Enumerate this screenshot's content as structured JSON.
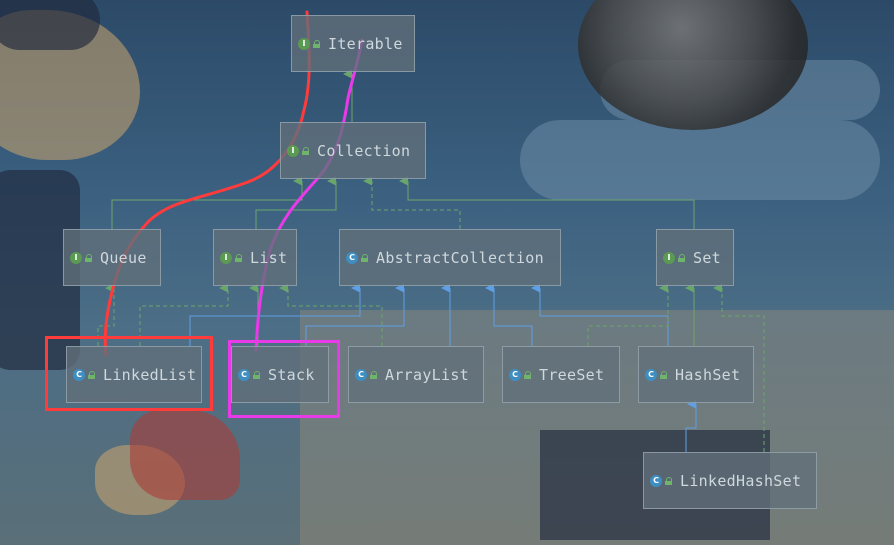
{
  "diagram": {
    "nodes": [
      {
        "id": "iterable",
        "kind": "interface",
        "label": "Iterable"
      },
      {
        "id": "collection",
        "kind": "interface",
        "label": "Collection"
      },
      {
        "id": "queue",
        "kind": "interface",
        "label": "Queue"
      },
      {
        "id": "list",
        "kind": "interface",
        "label": "List"
      },
      {
        "id": "abstractcollection",
        "kind": "class",
        "label": "AbstractCollection"
      },
      {
        "id": "set",
        "kind": "interface",
        "label": "Set"
      },
      {
        "id": "linkedlist",
        "kind": "class",
        "label": "LinkedList"
      },
      {
        "id": "stack",
        "kind": "class",
        "label": "Stack"
      },
      {
        "id": "arraylist",
        "kind": "class",
        "label": "ArrayList"
      },
      {
        "id": "treeset",
        "kind": "class",
        "label": "TreeSet"
      },
      {
        "id": "hashset",
        "kind": "class",
        "label": "HashSet"
      },
      {
        "id": "linkedhashset",
        "kind": "class",
        "label": "LinkedHashSet"
      }
    ],
    "badges": {
      "interface": "I",
      "class": "C"
    },
    "colors": {
      "interface_edge": "#6aa66a",
      "class_edge": "#5f9fe6",
      "red_highlight": "#ff3b3b",
      "magenta_highlight": "#e83ae8"
    }
  }
}
